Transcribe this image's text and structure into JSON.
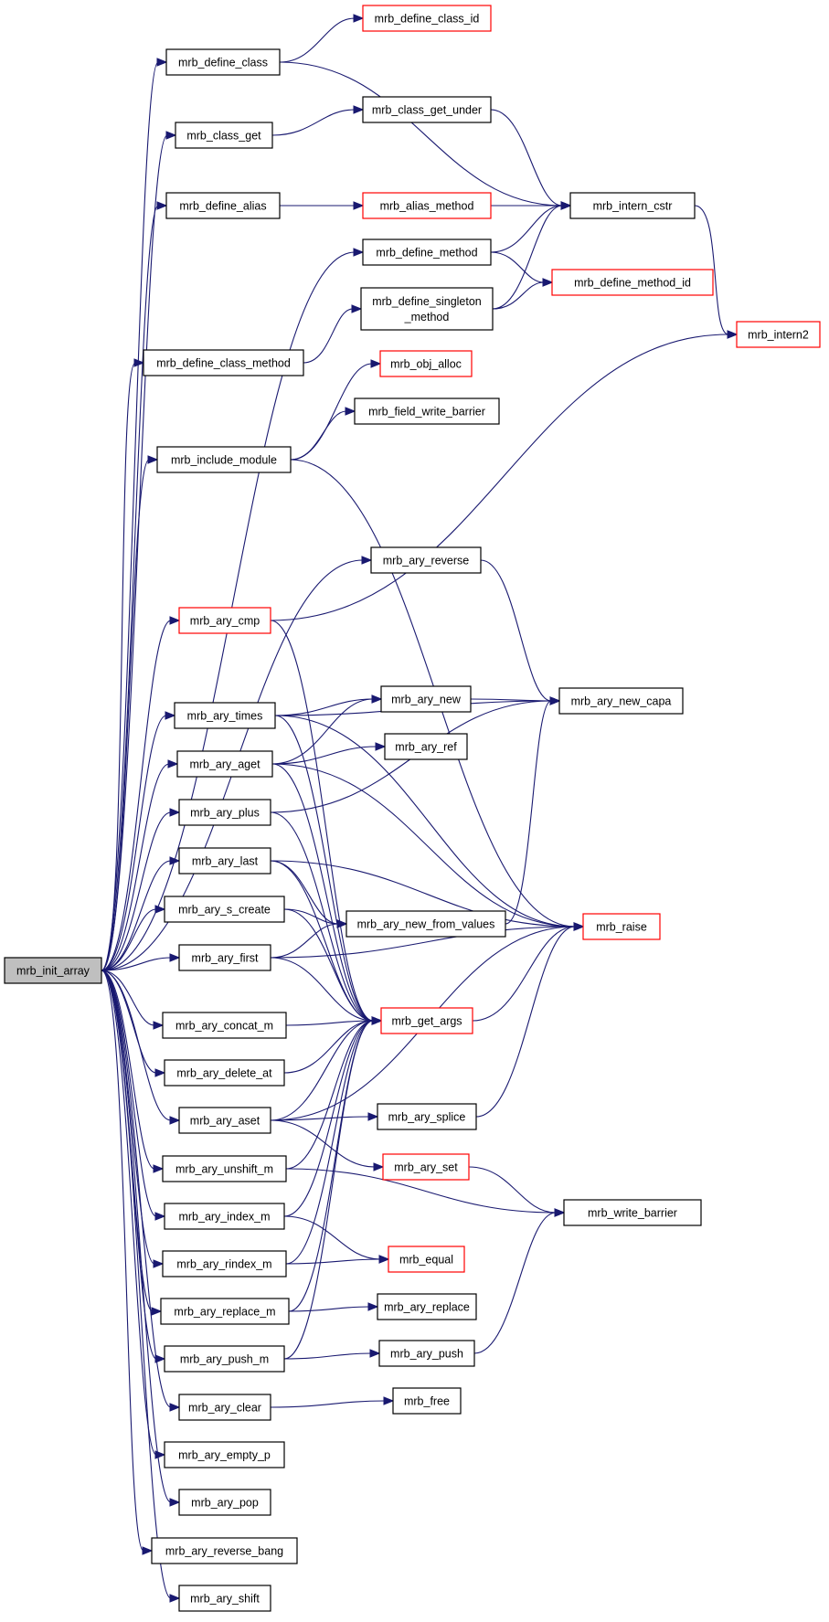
{
  "graph": {
    "root": "mrb_init_array",
    "colors": {
      "edge": "#191970",
      "root_fill": "#bfbfbf",
      "normal_border": "#000000",
      "external_border": "#ff0000",
      "node_fill": "#ffffff",
      "text": "#000000"
    },
    "nodes": [
      {
        "id": "init",
        "label": "mrb_init_array",
        "kind": "root"
      },
      {
        "id": "define_class",
        "label": "mrb_define_class",
        "kind": "normal"
      },
      {
        "id": "class_get",
        "label": "mrb_class_get",
        "kind": "normal"
      },
      {
        "id": "define_alias",
        "label": "mrb_define_alias",
        "kind": "normal"
      },
      {
        "id": "define_class_method",
        "label": "mrb_define_class_method",
        "kind": "normal"
      },
      {
        "id": "include_module",
        "label": "mrb_include_module",
        "kind": "normal"
      },
      {
        "id": "ary_cmp",
        "label": "mrb_ary_cmp",
        "kind": "external"
      },
      {
        "id": "ary_times",
        "label": "mrb_ary_times",
        "kind": "normal"
      },
      {
        "id": "ary_aget",
        "label": "mrb_ary_aget",
        "kind": "normal"
      },
      {
        "id": "ary_plus",
        "label": "mrb_ary_plus",
        "kind": "normal"
      },
      {
        "id": "ary_last",
        "label": "mrb_ary_last",
        "kind": "normal"
      },
      {
        "id": "ary_s_create",
        "label": "mrb_ary_s_create",
        "kind": "normal"
      },
      {
        "id": "ary_first",
        "label": "mrb_ary_first",
        "kind": "normal"
      },
      {
        "id": "ary_concat_m",
        "label": "mrb_ary_concat_m",
        "kind": "normal"
      },
      {
        "id": "ary_delete_at",
        "label": "mrb_ary_delete_at",
        "kind": "normal"
      },
      {
        "id": "ary_aset",
        "label": "mrb_ary_aset",
        "kind": "normal"
      },
      {
        "id": "ary_unshift_m",
        "label": "mrb_ary_unshift_m",
        "kind": "normal"
      },
      {
        "id": "ary_index_m",
        "label": "mrb_ary_index_m",
        "kind": "normal"
      },
      {
        "id": "ary_rindex_m",
        "label": "mrb_ary_rindex_m",
        "kind": "normal"
      },
      {
        "id": "ary_replace_m",
        "label": "mrb_ary_replace_m",
        "kind": "normal"
      },
      {
        "id": "ary_push_m",
        "label": "mrb_ary_push_m",
        "kind": "normal"
      },
      {
        "id": "ary_clear",
        "label": "mrb_ary_clear",
        "kind": "normal"
      },
      {
        "id": "ary_empty_p",
        "label": "mrb_ary_empty_p",
        "kind": "normal"
      },
      {
        "id": "ary_pop",
        "label": "mrb_ary_pop",
        "kind": "normal"
      },
      {
        "id": "ary_reverse_bang",
        "label": "mrb_ary_reverse_bang",
        "kind": "normal"
      },
      {
        "id": "ary_shift",
        "label": "mrb_ary_shift",
        "kind": "normal"
      },
      {
        "id": "define_class_id",
        "label": "mrb_define_class_id",
        "kind": "external"
      },
      {
        "id": "class_get_under",
        "label": "mrb_class_get_under",
        "kind": "normal"
      },
      {
        "id": "alias_method",
        "label": "mrb_alias_method",
        "kind": "external"
      },
      {
        "id": "define_method",
        "label": "mrb_define_method",
        "kind": "normal"
      },
      {
        "id": "define_singleton_method",
        "label": "mrb_define_singleton\n_method",
        "kind": "normal"
      },
      {
        "id": "obj_alloc",
        "label": "mrb_obj_alloc",
        "kind": "external"
      },
      {
        "id": "field_write_barrier",
        "label": "mrb_field_write_barrier",
        "kind": "normal"
      },
      {
        "id": "ary_reverse",
        "label": "mrb_ary_reverse",
        "kind": "normal"
      },
      {
        "id": "ary_new",
        "label": "mrb_ary_new",
        "kind": "normal"
      },
      {
        "id": "ary_ref",
        "label": "mrb_ary_ref",
        "kind": "normal"
      },
      {
        "id": "ary_new_from_values",
        "label": "mrb_ary_new_from_values",
        "kind": "normal"
      },
      {
        "id": "get_args",
        "label": "mrb_get_args",
        "kind": "external"
      },
      {
        "id": "ary_splice",
        "label": "mrb_ary_splice",
        "kind": "normal"
      },
      {
        "id": "ary_set",
        "label": "mrb_ary_set",
        "kind": "external"
      },
      {
        "id": "equal",
        "label": "mrb_equal",
        "kind": "external"
      },
      {
        "id": "ary_replace",
        "label": "mrb_ary_replace",
        "kind": "normal"
      },
      {
        "id": "ary_push",
        "label": "mrb_ary_push",
        "kind": "normal"
      },
      {
        "id": "free",
        "label": "mrb_free",
        "kind": "normal"
      },
      {
        "id": "intern_cstr",
        "label": "mrb_intern_cstr",
        "kind": "normal"
      },
      {
        "id": "define_method_id",
        "label": "mrb_define_method_id",
        "kind": "external"
      },
      {
        "id": "ary_new_capa",
        "label": "mrb_ary_new_capa",
        "kind": "normal"
      },
      {
        "id": "raise",
        "label": "mrb_raise",
        "kind": "external"
      },
      {
        "id": "write_barrier",
        "label": "mrb_write_barrier",
        "kind": "normal"
      },
      {
        "id": "intern2",
        "label": "mrb_intern2",
        "kind": "external"
      }
    ],
    "edges": [
      [
        "init",
        "define_class"
      ],
      [
        "init",
        "class_get"
      ],
      [
        "init",
        "define_alias"
      ],
      [
        "init",
        "define_method"
      ],
      [
        "init",
        "define_class_method"
      ],
      [
        "init",
        "include_module"
      ],
      [
        "init",
        "ary_cmp"
      ],
      [
        "init",
        "ary_reverse"
      ],
      [
        "init",
        "ary_times"
      ],
      [
        "init",
        "ary_aget"
      ],
      [
        "init",
        "ary_plus"
      ],
      [
        "init",
        "ary_last"
      ],
      [
        "init",
        "ary_s_create"
      ],
      [
        "init",
        "ary_first"
      ],
      [
        "init",
        "ary_concat_m"
      ],
      [
        "init",
        "ary_delete_at"
      ],
      [
        "init",
        "ary_aset"
      ],
      [
        "init",
        "ary_unshift_m"
      ],
      [
        "init",
        "ary_index_m"
      ],
      [
        "init",
        "ary_rindex_m"
      ],
      [
        "init",
        "ary_replace_m"
      ],
      [
        "init",
        "ary_push_m"
      ],
      [
        "init",
        "ary_clear"
      ],
      [
        "init",
        "ary_empty_p"
      ],
      [
        "init",
        "ary_pop"
      ],
      [
        "init",
        "ary_reverse_bang"
      ],
      [
        "init",
        "ary_shift"
      ],
      [
        "define_class",
        "define_class_id"
      ],
      [
        "define_class",
        "intern_cstr"
      ],
      [
        "class_get",
        "class_get_under"
      ],
      [
        "class_get_under",
        "intern_cstr"
      ],
      [
        "define_alias",
        "alias_method"
      ],
      [
        "define_alias",
        "intern_cstr"
      ],
      [
        "define_method",
        "intern_cstr"
      ],
      [
        "define_method",
        "define_method_id"
      ],
      [
        "define_class_method",
        "define_singleton_method"
      ],
      [
        "define_singleton_method",
        "intern_cstr"
      ],
      [
        "define_singleton_method",
        "define_method_id"
      ],
      [
        "intern_cstr",
        "intern2"
      ],
      [
        "include_module",
        "obj_alloc"
      ],
      [
        "include_module",
        "field_write_barrier"
      ],
      [
        "include_module",
        "raise"
      ],
      [
        "ary_cmp",
        "intern2"
      ],
      [
        "ary_cmp",
        "get_args"
      ],
      [
        "ary_reverse",
        "ary_new_capa"
      ],
      [
        "ary_times",
        "ary_new_capa"
      ],
      [
        "ary_times",
        "ary_new"
      ],
      [
        "ary_times",
        "get_args"
      ],
      [
        "ary_times",
        "raise"
      ],
      [
        "ary_new",
        "ary_new_capa"
      ],
      [
        "ary_aget",
        "ary_new"
      ],
      [
        "ary_aget",
        "ary_ref"
      ],
      [
        "ary_aget",
        "get_args"
      ],
      [
        "ary_aget",
        "raise"
      ],
      [
        "ary_plus",
        "ary_new_capa"
      ],
      [
        "ary_plus",
        "get_args"
      ],
      [
        "ary_last",
        "ary_new_from_values"
      ],
      [
        "ary_last",
        "raise"
      ],
      [
        "ary_last",
        "get_args"
      ],
      [
        "ary_new_from_values",
        "ary_new_capa"
      ],
      [
        "ary_s_create",
        "ary_new_from_values"
      ],
      [
        "ary_s_create",
        "get_args"
      ],
      [
        "ary_first",
        "ary_new_from_values"
      ],
      [
        "ary_first",
        "raise"
      ],
      [
        "ary_first",
        "get_args"
      ],
      [
        "ary_concat_m",
        "get_args"
      ],
      [
        "ary_delete_at",
        "get_args"
      ],
      [
        "get_args",
        "raise"
      ],
      [
        "ary_aset",
        "get_args"
      ],
      [
        "ary_aset",
        "raise"
      ],
      [
        "ary_aset",
        "ary_splice"
      ],
      [
        "ary_aset",
        "ary_set"
      ],
      [
        "ary_splice",
        "raise"
      ],
      [
        "ary_unshift_m",
        "get_args"
      ],
      [
        "ary_unshift_m",
        "write_barrier"
      ],
      [
        "ary_set",
        "write_barrier"
      ],
      [
        "ary_index_m",
        "get_args"
      ],
      [
        "ary_index_m",
        "equal"
      ],
      [
        "ary_rindex_m",
        "equal"
      ],
      [
        "ary_rindex_m",
        "get_args"
      ],
      [
        "ary_replace_m",
        "ary_replace"
      ],
      [
        "ary_replace_m",
        "get_args"
      ],
      [
        "ary_push_m",
        "ary_push"
      ],
      [
        "ary_push_m",
        "get_args"
      ],
      [
        "ary_push",
        "write_barrier"
      ],
      [
        "ary_clear",
        "free"
      ]
    ]
  }
}
